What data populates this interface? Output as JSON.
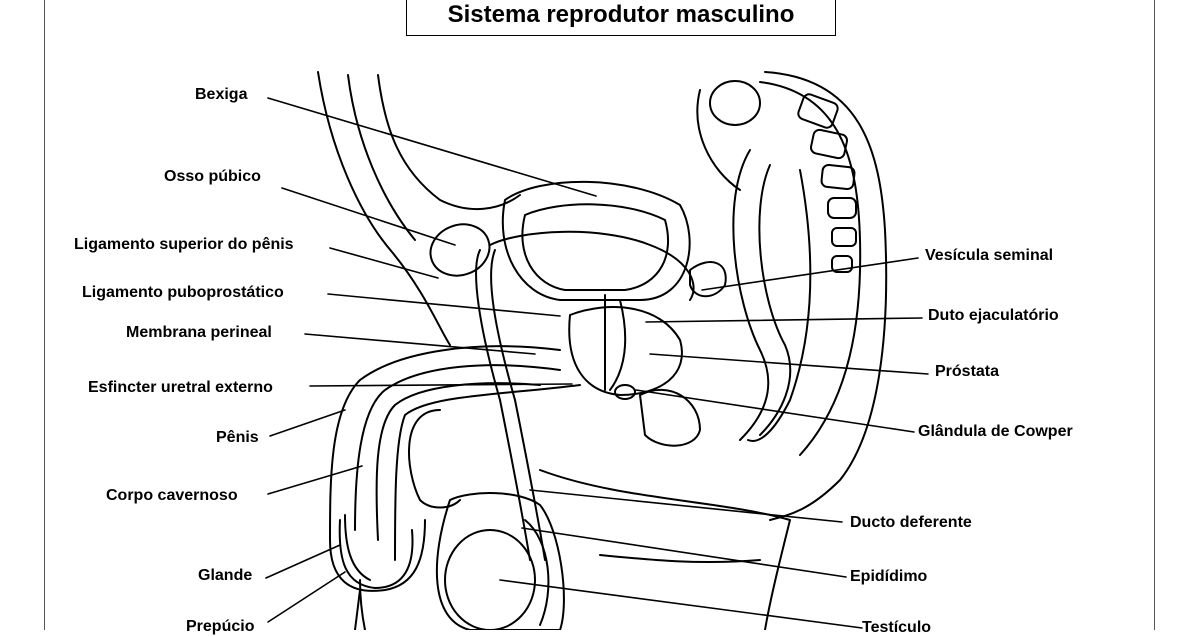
{
  "title": "Sistema reprodutor masculino",
  "labels": {
    "bexiga": "Bexiga",
    "osso_pubico": "Osso púbico",
    "ligamento_superior": "Ligamento superior do pênis",
    "ligamento_puboprostatico": "Ligamento puboprostático",
    "membrana_perineal": "Membrana perineal",
    "esfincter": "Esfincter uretral externo",
    "penis": "Pênis",
    "corpo_cavernoso": "Corpo cavernoso",
    "glande": "Glande",
    "prepucio": "Prepúcio",
    "vesicula_seminal": "Vesícula seminal",
    "duto_ejaculatorio": "Duto ejaculatório",
    "prostata": "Próstata",
    "glandula_cowper": "Glândula de Cowper",
    "ducto_deferente": "Ducto deferente",
    "epididimo": "Epidídimo",
    "testiculo": "Testículo"
  }
}
